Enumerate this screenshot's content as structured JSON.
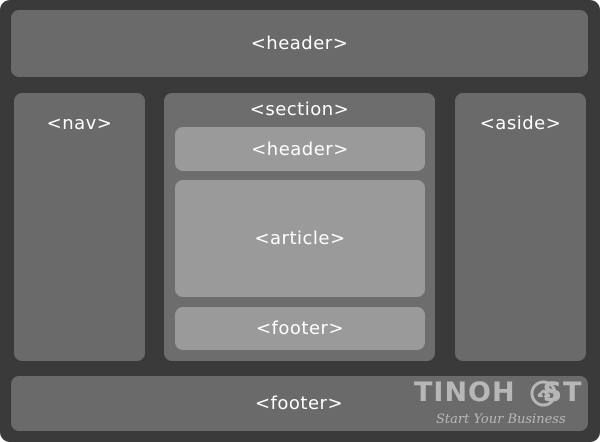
{
  "diagram": {
    "page_header": "<header>",
    "nav": "<nav>",
    "section": "<section>",
    "section_header": "<header>",
    "article": "<article>",
    "section_footer": "<footer>",
    "aside": "<aside>",
    "page_footer": "<footer>"
  },
  "logo": {
    "wordmark": "TINOHOST",
    "wordmark_left": "TINOH",
    "wordmark_right": "ST",
    "tagline": "Start Your Business",
    "icon": "cloud-upload-icon"
  },
  "colors": {
    "frame": "#3a3a3a",
    "outer_block": "#6a6a6a",
    "inner_block": "#9a9a9a",
    "text": "#ffffff",
    "logo": "#b7b7b7"
  }
}
